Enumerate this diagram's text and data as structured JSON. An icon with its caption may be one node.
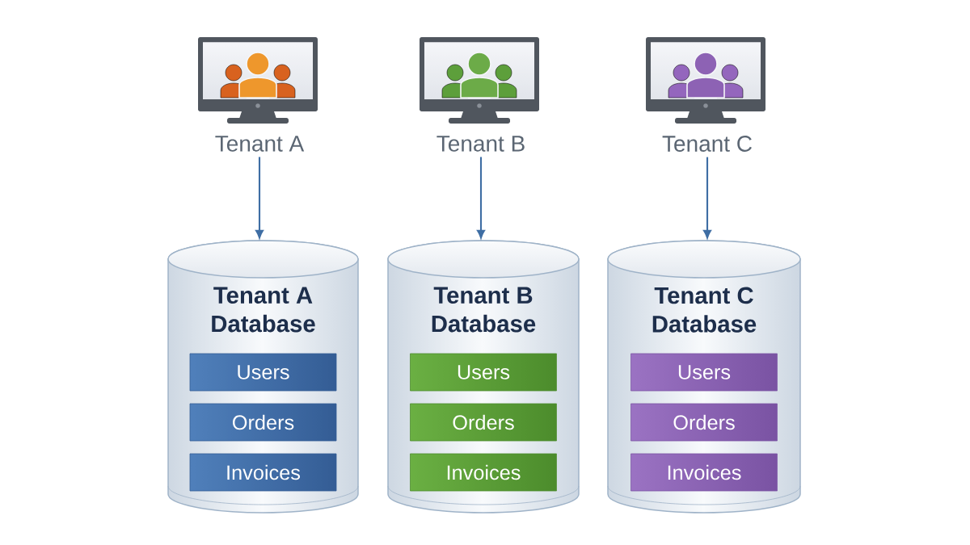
{
  "diagram": {
    "nodes": [
      {
        "text": [
          "Tenant A"
        ]
      },
      {
        "text": [
          "Tenant B"
        ]
      },
      {
        "text": [
          "Tenant C"
        ]
      },
      {
        "text": [
          "Tenant A Database"
        ]
      },
      {
        "text": [
          "Users"
        ],
        "in": 3
      },
      {
        "text": [
          "Orders"
        ],
        "in": 3
      },
      {
        "text": [
          "Invoices"
        ],
        "in": 3
      },
      {
        "text": [
          "Tenant B Database"
        ]
      },
      {
        "text": [
          "Users"
        ],
        "in": 7
      },
      {
        "text": [
          "Orders"
        ],
        "in": 7
      },
      {
        "text": [
          "Invoices"
        ],
        "in": 7
      },
      {
        "text": [
          "Tenant C Database"
        ]
      },
      {
        "text": [
          "Users"
        ],
        "in": 11
      },
      {
        "text": [
          "Orders"
        ],
        "in": 11
      },
      {
        "text": [
          "Invoices"
        ],
        "in": 11
      }
    ],
    "edges": [
      {
        "from": 0,
        "to": 3,
        "arrow": "to"
      },
      {
        "from": 1,
        "to": 7,
        "arrow": "to"
      },
      {
        "from": 2,
        "to": 11,
        "arrow": "to"
      }
    ]
  }
}
